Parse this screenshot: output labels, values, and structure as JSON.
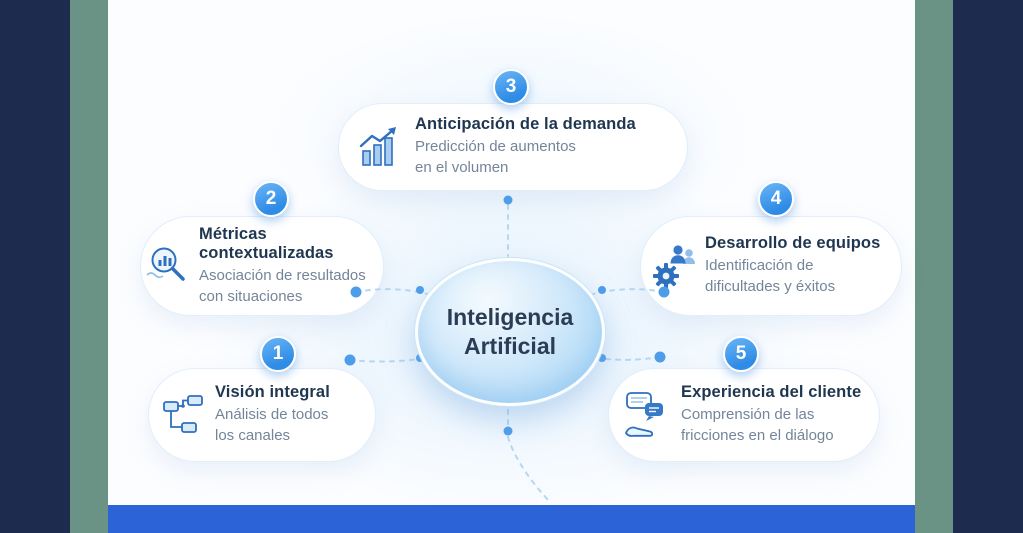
{
  "center": {
    "line1": "Inteligencia",
    "line2": "Artificial"
  },
  "items": [
    {
      "number": "1",
      "title": "Visión integral",
      "desc1": "Análisis de todos",
      "desc2": "los canales",
      "icon": "flowchart-icon"
    },
    {
      "number": "2",
      "title": "Métricas contextualizadas",
      "desc1": "Asociación de resultados",
      "desc2": "con situaciones",
      "icon": "magnifier-bars-icon"
    },
    {
      "number": "3",
      "title": "Anticipación de la demanda",
      "desc1": "Predicción de aumentos",
      "desc2": "en el volumen",
      "icon": "growth-chart-icon"
    },
    {
      "number": "4",
      "title": "Desarrollo de equipos",
      "desc1": "Identificación de",
      "desc2": "dificultades y éxitos",
      "icon": "team-gear-icon"
    },
    {
      "number": "5",
      "title": "Experiencia del cliente",
      "desc1": "Comprensión de las",
      "desc2": "fricciones en el diálogo",
      "icon": "chat-hand-icon"
    }
  ],
  "colors": {
    "navy_frame": "#1d2b4e",
    "teal_frame": "#6a9285",
    "bottom_bar": "#2c63d6",
    "accent_blue": "#3b97ef",
    "badge_gradient_top": "#6ab5f8",
    "badge_gradient_bottom": "#2f8ce5",
    "title_text": "#1f3650",
    "desc_text": "#74859a",
    "connector": "#b5d7f1",
    "dot": "#4d9de9"
  }
}
